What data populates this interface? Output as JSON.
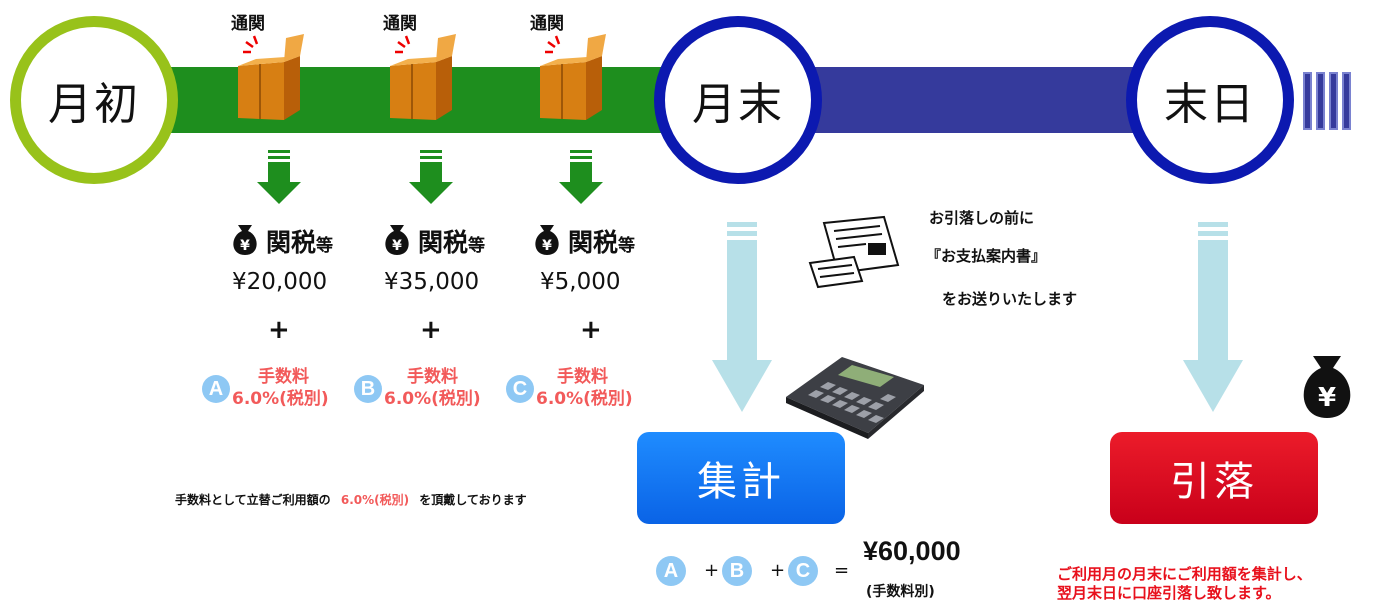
{
  "timeline": {
    "start_label": "月初",
    "month_end_label": "月末",
    "last_day_label": "末日"
  },
  "customs": [
    {
      "label": "通関",
      "tax_label": "関税",
      "tax_suffix": "等",
      "amount": "¥20,000",
      "plus": "+",
      "fee_title": "手数料",
      "fee_rate": "6.0%(税別)",
      "badge": "A"
    },
    {
      "label": "通関",
      "tax_label": "関税",
      "tax_suffix": "等",
      "amount": "¥35,000",
      "plus": "+",
      "fee_title": "手数料",
      "fee_rate": "6.0%(税別)",
      "badge": "B"
    },
    {
      "label": "通関",
      "tax_label": "関税",
      "tax_suffix": "等",
      "amount": "¥5,000",
      "plus": "+",
      "fee_title": "手数料",
      "fee_rate": "6.0%(税別)",
      "badge": "C"
    }
  ],
  "invoice_note": {
    "line1": "お引落しの前に",
    "line2": "『お支払案内書』",
    "line3": "をお送りいたします"
  },
  "aggregate": {
    "label": "集計"
  },
  "debit": {
    "label": "引落"
  },
  "fee_note": {
    "before": "手数料として立替ご利用額の",
    "highlight": "6.0%(税別)",
    "after": "を頂戴しております"
  },
  "formula": {
    "a": "A",
    "b": "B",
    "c": "C",
    "plus": "+",
    "equals": "=",
    "total": "¥60,000",
    "total_note": "(手数料別)"
  },
  "debit_note": {
    "line1": "ご利用月の月末にご利用額を集計し、",
    "line2": "翌月末日に口座引落し致します。"
  },
  "yen_symbol": "¥",
  "icons": [
    "box-icon",
    "money-bag-icon",
    "invoice-icon",
    "calculator-icon"
  ],
  "colors": {
    "green_bar": "#1e8e1e",
    "blue_bar": "#353a9c",
    "start_ring": "#98c21a",
    "end_ring": "#0c19b0",
    "aggregate_box": "#1f8cff",
    "debit_box": "#ec1c2a",
    "fee_red": "#f25a5a",
    "badge_blue": "#8ec8f4"
  }
}
